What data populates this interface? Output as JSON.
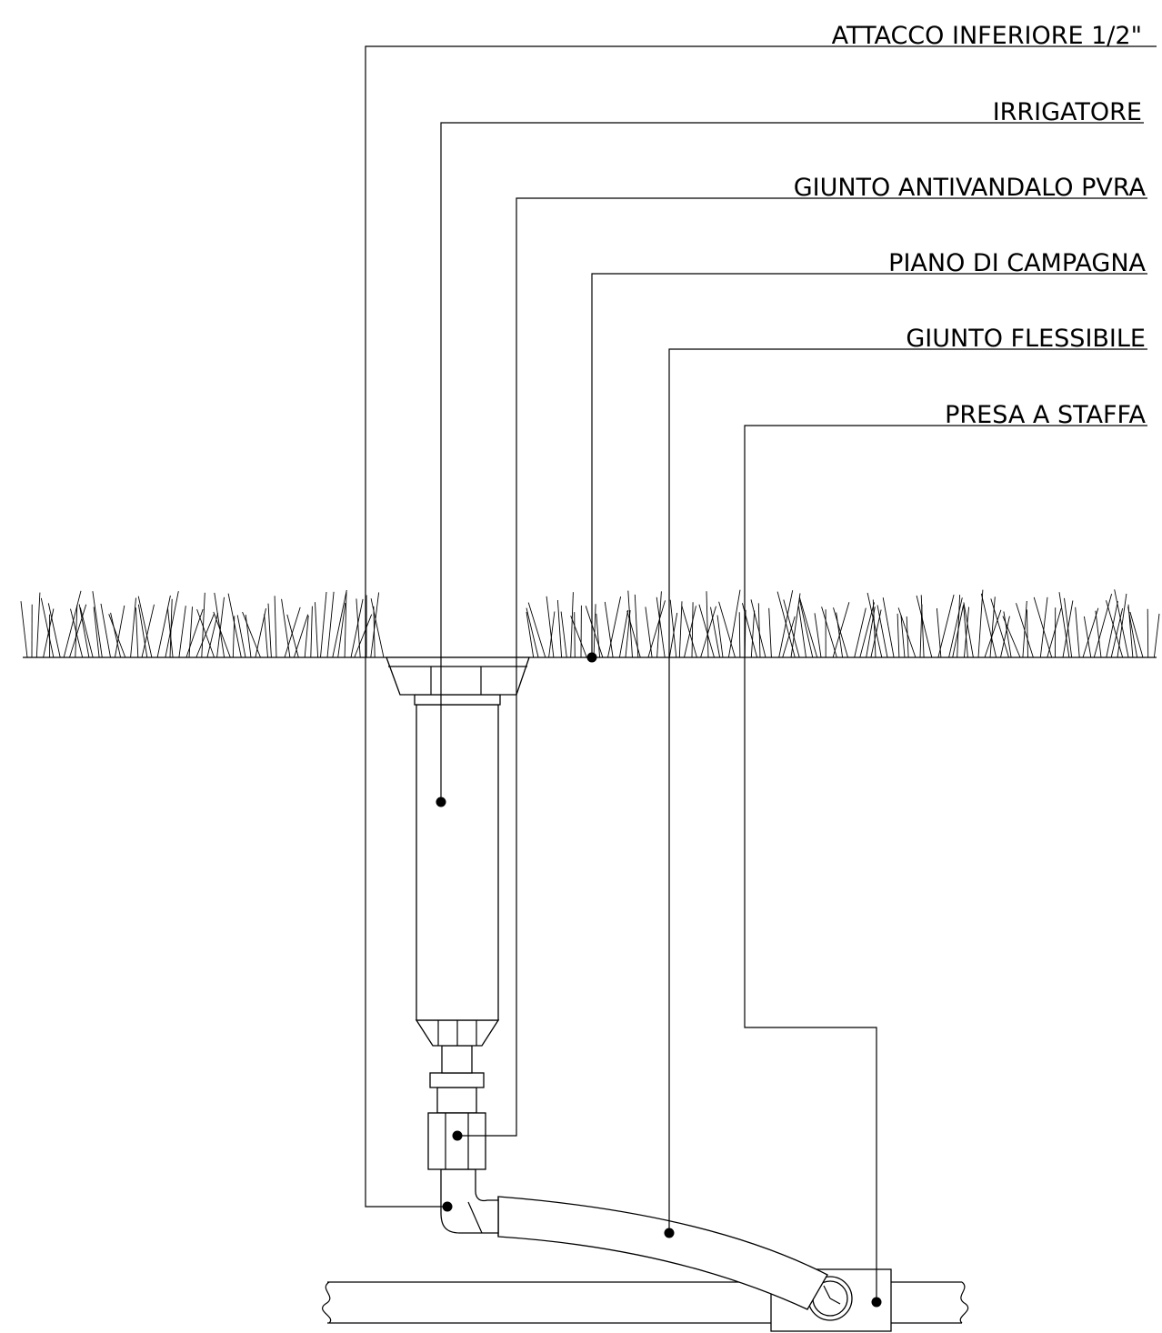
{
  "labels": [
    {
      "id": "attacco",
      "text": "ATTACCO INFERIORE 1/2\""
    },
    {
      "id": "irrigatore",
      "text": "IRRIGATORE"
    },
    {
      "id": "giunto-pvra",
      "text": "GIUNTO ANTIVANDALO PVRA"
    },
    {
      "id": "piano",
      "text": "PIANO DI CAMPAGNA"
    },
    {
      "id": "giunto-flex",
      "text": "GIUNTO FLESSIBILE"
    },
    {
      "id": "presa",
      "text": "PRESA A STAFFA"
    }
  ]
}
